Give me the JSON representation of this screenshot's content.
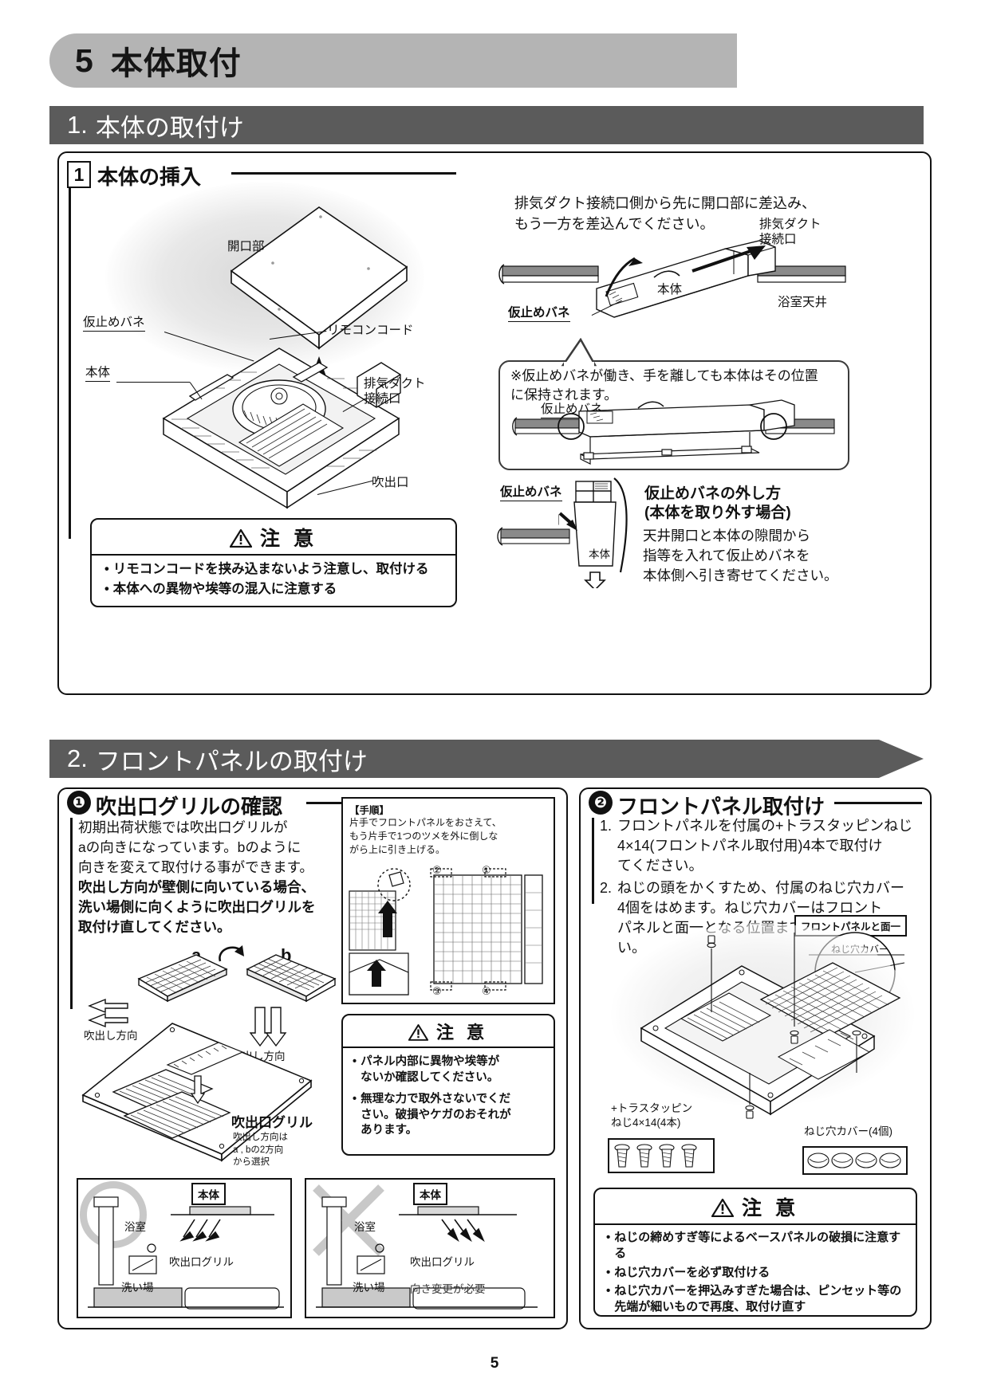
{
  "chapter": {
    "number": "5",
    "title": "本体取付"
  },
  "page_number": "5",
  "sections": [
    {
      "number": "1.",
      "title": "本体の取付け"
    },
    {
      "number": "2.",
      "title": "フロントパネルの取付け"
    }
  ],
  "section1": {
    "step1": {
      "badge": "1",
      "heading": "本体の挿入"
    },
    "left_illustration": {
      "labels": {
        "opening": "開口部",
        "temp_spring": "仮止めバネ",
        "main_unit": "本体",
        "remote_cord": "リモコンコード",
        "exhaust_duct": "排気ダクト\n接続口",
        "air_outlet": "吹出口"
      }
    },
    "right_illustration": {
      "instruction": "排気ダクト接続口側から先に開口部に差込み、\nもう一方を差込んでください。",
      "labels": {
        "exhaust_duct": "排気ダクト\n接続口",
        "main_unit": "本体",
        "temp_spring": "仮止めバネ",
        "bath_ceiling": "浴室天井"
      },
      "note_bubble": {
        "text": "※仮止めバネが働き、手を離しても本体はその位置\n  に保持されます。",
        "bold_part": "仮止めバネ",
        "label_temp_spring": "仮止めバネ"
      },
      "removal": {
        "label_temp_spring": "仮止めバネ",
        "label_main_unit": "本体",
        "title_line1": "仮止めバネの外し方",
        "title_line2": "(本体を取り外す場合)",
        "body": "天井開口と本体の隙間から\n指等を入れて仮止めバネを\n本体側へ引き寄せてください。"
      }
    },
    "caution": {
      "title": "注 意",
      "icon": "warning-triangle",
      "items": [
        "リモコンコードを挟み込まないよう注意し、取付ける",
        "本体への異物や埃等の混入に注意する"
      ]
    }
  },
  "section2": {
    "step1": {
      "badge": "❶",
      "heading": "吹出口グリルの確認",
      "body_line1": "初期出荷状態では吹出口グリルが",
      "body_line2": "aの向きになっています。bのように",
      "body_line3": "向きを変えて取付ける事ができます。",
      "body_bold": "吹出し方向が壁側に向いている場合、\n洗い場側に向くように吹出口グリルを\n取付け直してください。",
      "label_a": "a",
      "label_b": "b",
      "label_direction1": "吹出し方向",
      "label_direction2": "吹出し方向",
      "grille_label": "吹出口グリル",
      "grille_note": "吹出し方向は\na , bの2方向\nから選択",
      "procedure": {
        "head": "【手順】",
        "text": "片手でフロントパネルをおさえて、\nもう片手で1つのツメを外に倒しな\nがら上に引き上げる。",
        "callouts": [
          "②",
          "①",
          "③",
          "④"
        ]
      },
      "caution": {
        "title": "注 意",
        "items": [
          "パネル内部に異物や埃等が\nないか確認してください。",
          "無理な力で取外さないでくだ\nさい。破損やケガのおそれが\nあります。"
        ]
      },
      "good_example": {
        "mark": "ok-circle",
        "label_unit": "本体",
        "label_bath": "浴室",
        "label_grille": "吹出口グリル",
        "label_wash": "洗い場"
      },
      "bad_example": {
        "mark": "x-cross",
        "label_unit": "本体",
        "label_bath": "浴室",
        "label_grille": "吹出口グリル",
        "label_wash": "洗い場",
        "note": "向き変更が必要"
      }
    },
    "step2": {
      "badge": "❷",
      "heading": "フロントパネル取付け",
      "items": [
        {
          "n": "1.",
          "text": "フロントパネルを付属の+トラスタッピンねじ\n4×14(フロントパネル取付用)4本で取付け\nてください。"
        },
        {
          "n": "2.",
          "text": "ねじの頭をかくすため、付属のねじ穴カバー\n4個をはめます。ねじ穴カバーはフロント\nパネルと面一となる位置まで押込んでください。"
        }
      ],
      "tag_flush": "フロントパネルと面一",
      "label_hole_cover_zoom": "ねじ穴カバー",
      "label_screws": "+トラスタッピン\nねじ4×14(4本)",
      "label_hole_covers": "ねじ穴カバー(4個)",
      "caution": {
        "title": "注 意",
        "items": [
          "ねじの締めすぎ等によるベースパネルの破損に注意する",
          "ねじ穴カバーを必ず取付ける",
          "ねじ穴カバーを押込みすぎた場合は、ピンセット等の\n先端が細いもので再度、取付け直す"
        ]
      }
    }
  },
  "colors": {
    "banner_gray": "#b4b4b4",
    "section_gray": "#5b5b5b",
    "ink": "#111111",
    "band_gray": "#8a8a8a"
  }
}
